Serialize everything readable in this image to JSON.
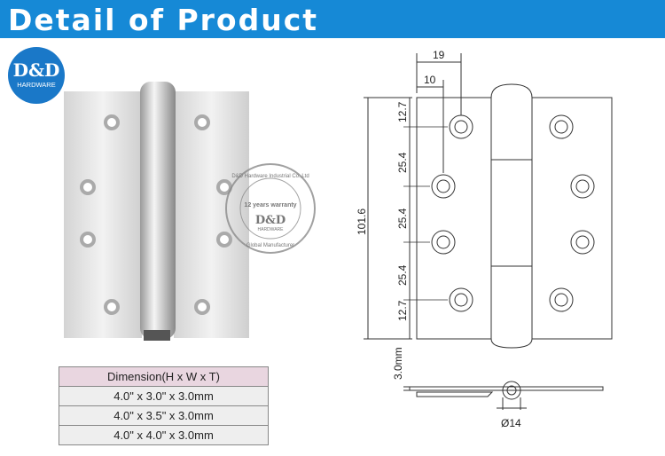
{
  "header": {
    "title": "Detail of Product"
  },
  "logo": {
    "brand": "D&D",
    "sub": "HARDWARE"
  },
  "stamp": {
    "text": "D&D Hardware Industrial Co.,Ltd",
    "warranty": "12 years warranty",
    "brand": "D&D",
    "sub": "HARDWARE",
    "footer": "Global Manufacturer"
  },
  "table": {
    "header": "Dimension(H x W x T)",
    "rows": [
      "4.0\" x 3.0\" x 3.0mm",
      "4.0\" x 3.5\" x 3.0mm",
      "4.0\" x 4.0\" x 3.0mm"
    ]
  },
  "drawing": {
    "d19": "19",
    "d10": "10",
    "d127a": "12.7",
    "d254a": "25.4",
    "d254b": "25.4",
    "d254c": "25.4",
    "d127b": "12.7",
    "height": "101.6",
    "thick": "3.0mm",
    "pin": "Ø14"
  }
}
